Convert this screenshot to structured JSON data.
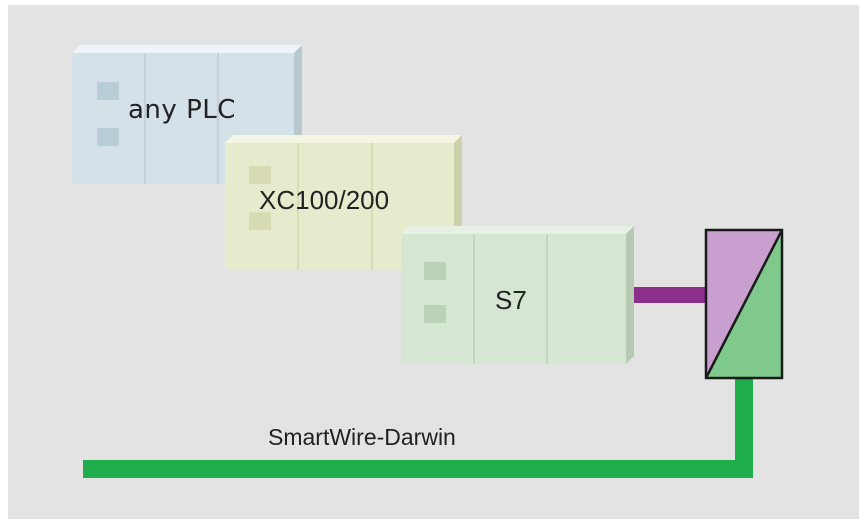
{
  "labels": {
    "any_plc": "any PLC",
    "xc": "XC100/200",
    "s7": "S7",
    "bus": "SmartWire-Darwin"
  },
  "colors": {
    "background": "#e3e3e3",
    "panel": "#ffffff",
    "any_plc_module": "#d4e1e8",
    "xc_module": "#e7ebcd",
    "s7_module": "#d5e6d3",
    "bus_line": "#1fad4c",
    "link_line": "#8c2f8c",
    "gateway_top": "#c99fcf",
    "gateway_bottom": "#7fc98d",
    "gateway_border": "#1a1a1a"
  },
  "icons": [
    "plc-module",
    "gateway-converter"
  ]
}
